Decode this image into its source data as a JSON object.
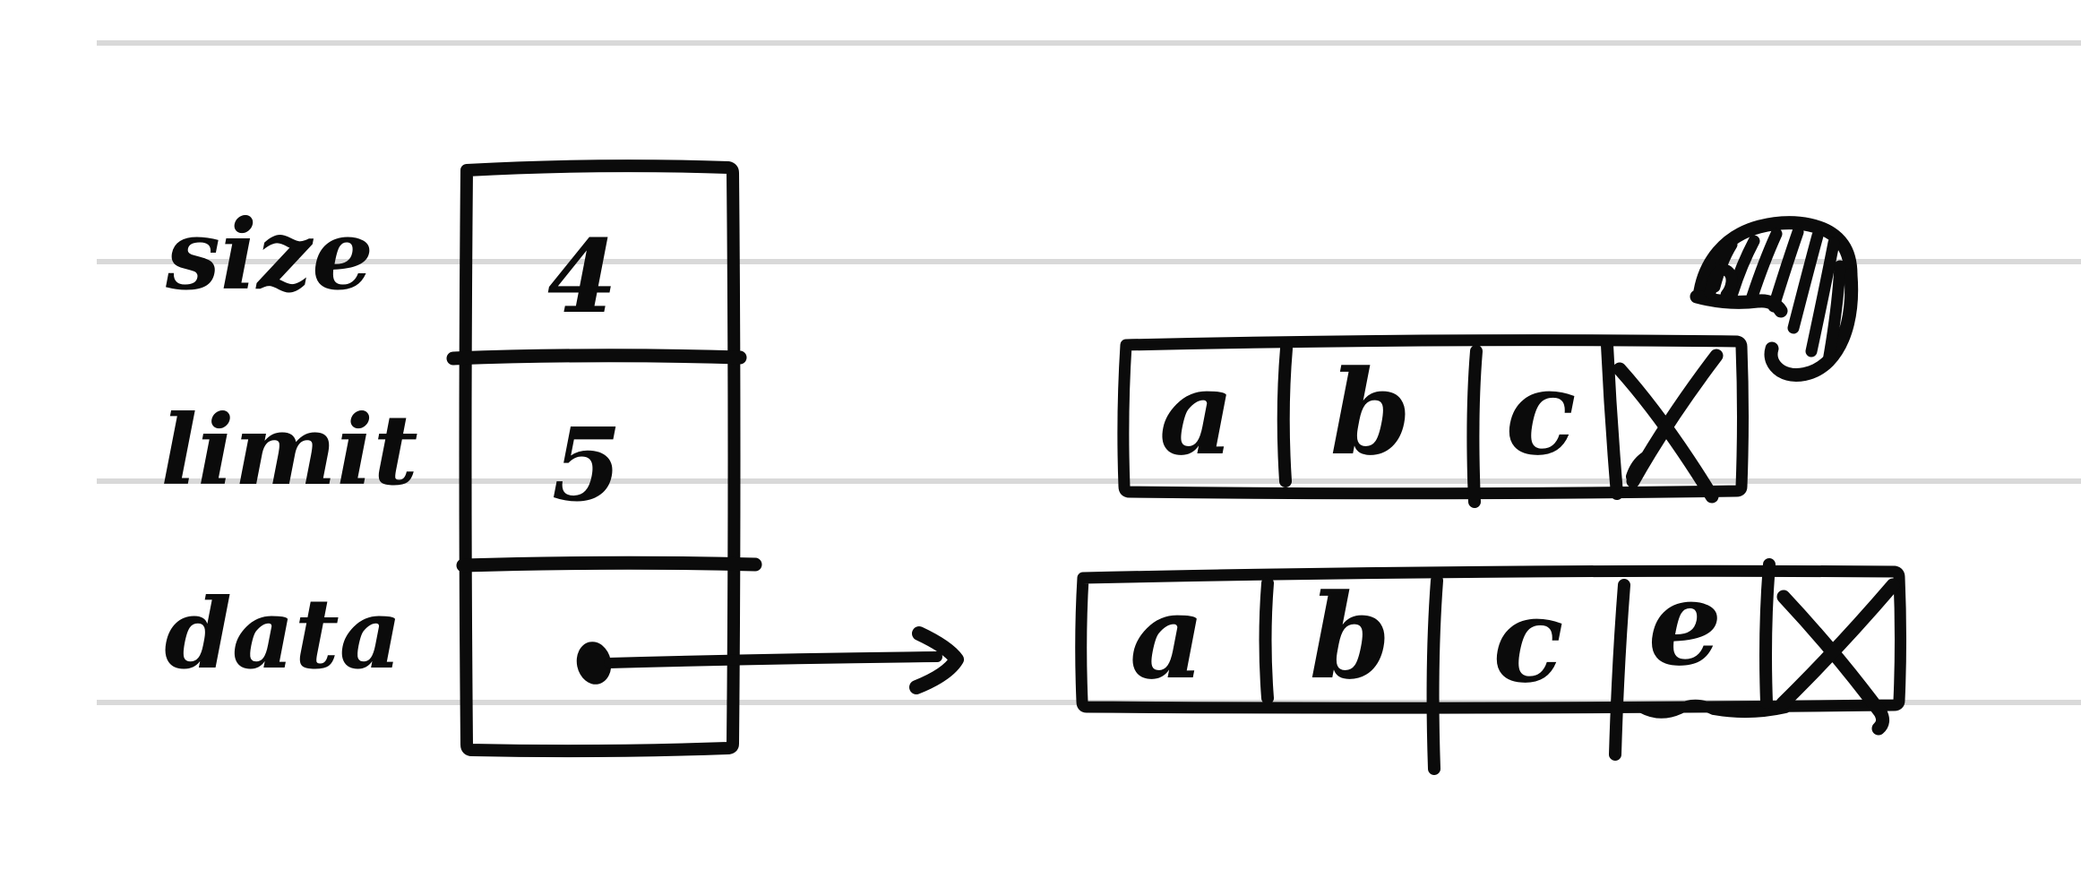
{
  "page": {
    "background_color": "#ffffff",
    "ruled_line_color": "#d9d9d9",
    "ink_color": "#0b0b0b"
  },
  "struct": {
    "fields": [
      {
        "label": "size",
        "value": "4"
      },
      {
        "label": "limit",
        "value": "5"
      },
      {
        "label": "data",
        "value": "●"
      }
    ]
  },
  "pointer": {
    "from_field": "data",
    "to": "bottom array",
    "glyph": "●→"
  },
  "arrays": {
    "top": {
      "cells": [
        "a",
        "b",
        "c",
        "✕"
      ]
    },
    "bottom": {
      "cells": [
        "a",
        "b",
        "c",
        "e",
        "✕"
      ]
    }
  },
  "scribble": {
    "label": "scribbled-out blob"
  }
}
